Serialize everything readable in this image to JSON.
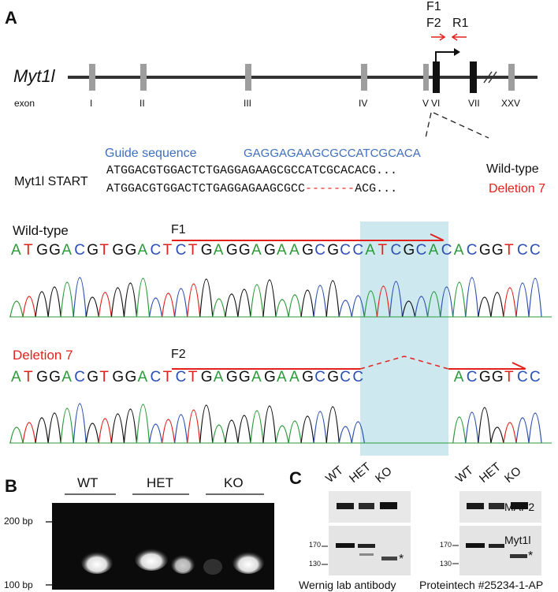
{
  "panels": {
    "a": "A",
    "b": "B",
    "c": "C"
  },
  "gene": {
    "name": "Myt1l",
    "exon_label": "exon",
    "exons": [
      "I",
      "II",
      "III",
      "IV",
      "V",
      "VI",
      "VII",
      "XXV"
    ],
    "primers": {
      "f1": "F1",
      "f2": "F2",
      "r1": "R1"
    }
  },
  "guide": {
    "label": "Guide sequence",
    "sequence": "GAGGAGAAGCGCCATCGCACA"
  },
  "alignment": {
    "start_label": "Myt1l START",
    "wt_seq": "ATGGACGTGGACTCTGAGGAGAAGCGCCATCGCACACG...",
    "wt_label": "Wild-type",
    "del_seq_a": "ATGGACGTGGACTCTGAGGAGAAGCGCC",
    "del_dashes": "-------",
    "del_seq_b": "ACG...",
    "del_label": "Deletion 7"
  },
  "trace_wt": {
    "label": "Wild-type",
    "primer": "F1",
    "bases": "ATGGACGTGGACTCTGAGGAGAAGCGCCATCGCACACGGTCC",
    "base_colors": {
      "A": "#2a9a3a",
      "T": "#e4201c",
      "G": "#111111",
      "C": "#2c4fb5"
    }
  },
  "trace_del": {
    "label": "Deletion 7",
    "primer": "F2",
    "bases_a": "ATGGACGTGGACTCTGAGGAGAAGCGCC",
    "bases_b": "ACGGTCC"
  },
  "gel": {
    "lanes": [
      "WT",
      "HET",
      "KO"
    ],
    "markers": [
      "200 bp",
      "100 bp"
    ]
  },
  "blot": {
    "lanes": [
      "WT",
      "HET",
      "KO"
    ],
    "markers": [
      "170",
      "130"
    ],
    "proteins": [
      "MAP2",
      "Myt1l"
    ],
    "asterisk": "*",
    "antibodies": [
      "Wernig lab antibody",
      "Proteintech #25234-1-AP"
    ]
  }
}
